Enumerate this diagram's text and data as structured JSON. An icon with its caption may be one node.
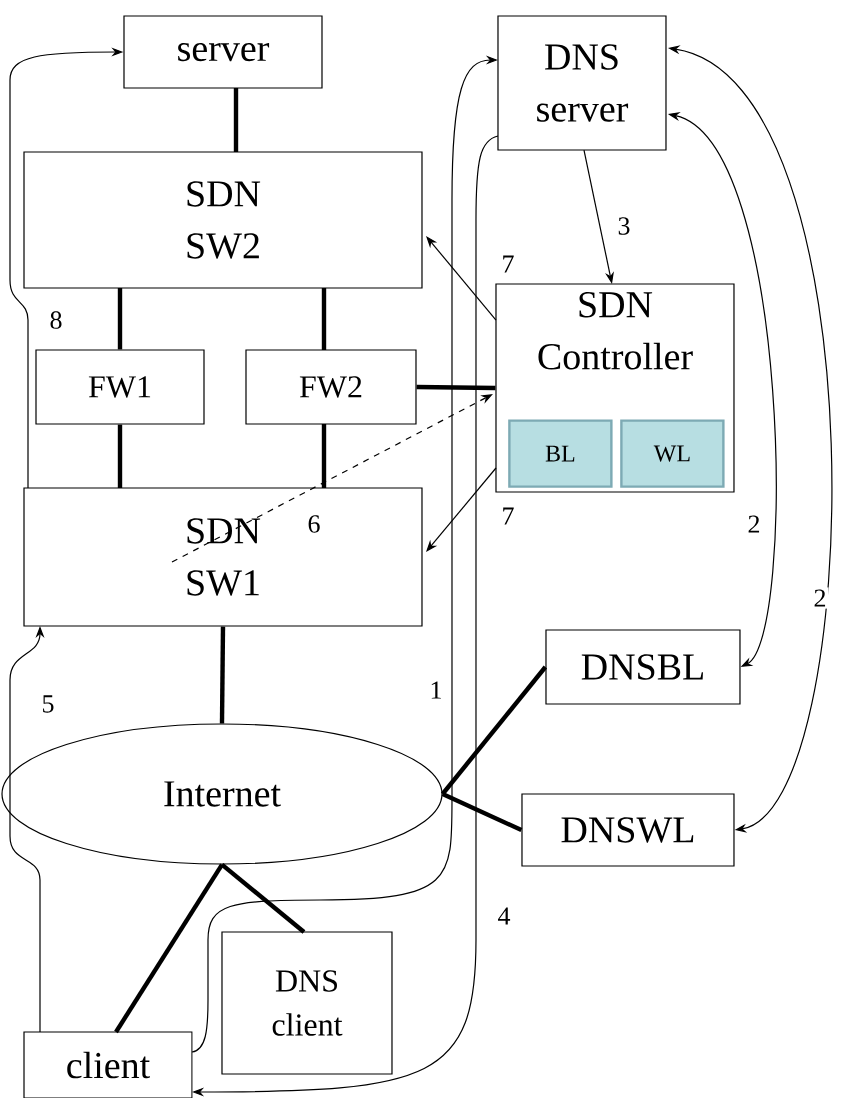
{
  "diagram": {
    "nodes": [
      {
        "text": [
          "server"
        ]
      },
      {
        "text": [
          "DNS server"
        ]
      },
      {
        "text": [
          "SDN SW2"
        ]
      },
      {
        "text": [
          "FW1"
        ]
      },
      {
        "text": [
          "FW2"
        ]
      },
      {
        "text": [
          "SDN Controller"
        ]
      },
      {
        "text": [
          "BL"
        ],
        "in": 5
      },
      {
        "text": [
          "WL"
        ],
        "in": 5
      },
      {
        "text": [
          "SDN SW1"
        ]
      },
      {
        "text": [
          "DNSBL"
        ]
      },
      {
        "text": [
          "DNSWL"
        ]
      },
      {
        "text": [
          "Internet"
        ]
      },
      {
        "text": [
          "DNS client"
        ]
      },
      {
        "text": [
          "client"
        ]
      }
    ],
    "edges": [
      {
        "from": 0,
        "to": 2,
        "arrow": "none"
      },
      {
        "from": 2,
        "to": 3,
        "arrow": "none"
      },
      {
        "from": 2,
        "to": 4,
        "arrow": "none"
      },
      {
        "from": 3,
        "to": 8,
        "arrow": "none"
      },
      {
        "from": 4,
        "to": 8,
        "arrow": "none"
      },
      {
        "from": 4,
        "to": 5,
        "arrow": "none"
      },
      {
        "from": 8,
        "to": 11,
        "arrow": "none"
      },
      {
        "from": 11,
        "to": 9,
        "arrow": "none"
      },
      {
        "from": 11,
        "to": 10,
        "arrow": "none"
      },
      {
        "from": 11,
        "to": 13,
        "arrow": "none"
      },
      {
        "from": 11,
        "to": 12,
        "arrow": "none"
      },
      {
        "from": 13,
        "to": 1,
        "arrow": "to",
        "label": "1"
      },
      {
        "from": 1,
        "to": 9,
        "arrow": "both",
        "label": "2"
      },
      {
        "from": 1,
        "to": 10,
        "arrow": "both",
        "label": "2"
      },
      {
        "from": 1,
        "to": 5,
        "arrow": "to",
        "label": "3"
      },
      {
        "from": 1,
        "to": 13,
        "arrow": "to",
        "label": "4"
      },
      {
        "from": 13,
        "to": 8,
        "arrow": "to",
        "label": "5"
      },
      {
        "from": 8,
        "to": 5,
        "arrow": "to",
        "label": "6",
        "style": "dashed"
      },
      {
        "from": 5,
        "to": 2,
        "arrow": "to",
        "label": "7"
      },
      {
        "from": 5,
        "to": 8,
        "arrow": "to",
        "label": "7"
      },
      {
        "from": 8,
        "to": 0,
        "arrow": "to",
        "label": "8"
      }
    ]
  }
}
